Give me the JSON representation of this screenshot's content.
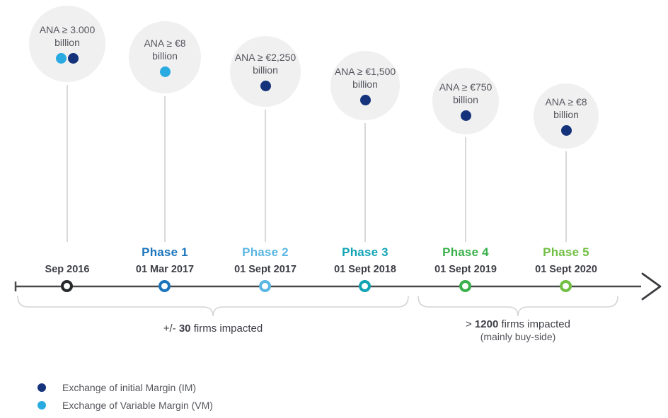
{
  "timeline": {
    "milestones": [
      {
        "phase_label": "",
        "date": "Sep 2016",
        "bubble_line1": "ANA ≥ 3.000",
        "bubble_line2": "billion",
        "dots": [
          "vm",
          "im"
        ],
        "node_color": "#26282c",
        "phase_color": ""
      },
      {
        "phase_label": "Phase 1",
        "date": "01 Mar 2017",
        "bubble_line1": "ANA ≥ €8",
        "bubble_line2": "billion",
        "dots": [
          "vm"
        ],
        "node_color": "#1b75bc",
        "phase_color": "#1b75bc"
      },
      {
        "phase_label": "Phase 2",
        "date": "01 Sept 2017",
        "bubble_line1": "ANA ≥ €2,250",
        "bubble_line2": "billion",
        "dots": [
          "im"
        ],
        "node_color": "#5ab6e3",
        "phase_color": "#5ab6e3"
      },
      {
        "phase_label": "Phase 3",
        "date": "01 Sept 2018",
        "bubble_line1": "ANA ≥ €1,500",
        "bubble_line2": "billion",
        "dots": [
          "im"
        ],
        "node_color": "#12a4b5",
        "phase_color": "#12a4b5"
      },
      {
        "phase_label": "Phase 4",
        "date": "01 Sept 2019",
        "bubble_line1": "ANA ≥ €750",
        "bubble_line2": "billion",
        "dots": [
          "im"
        ],
        "node_color": "#3ab04c",
        "phase_color": "#3ab04c"
      },
      {
        "phase_label": "Phase 5",
        "date": "01 Sept 2020",
        "bubble_line1": "ANA ≥ €8",
        "bubble_line2": "billion",
        "dots": [
          "im"
        ],
        "node_color": "#71bf44",
        "phase_color": "#71bf44"
      }
    ]
  },
  "groups": [
    {
      "prefix": "+/- ",
      "count": "30",
      "suffix": " firms impacted",
      "note": ""
    },
    {
      "prefix": "> ",
      "count": "1200",
      "suffix": " firms impacted",
      "note": "(mainly buy-side)"
    }
  ],
  "legend": [
    {
      "key": "im",
      "label": "Exchange of initial Margin (IM)",
      "color": "#15337b"
    },
    {
      "key": "vm",
      "label": "Exchange of Variable Margin (VM)",
      "color": "#29abe2"
    }
  ],
  "palette": {
    "bubble_background": "#f0f0f1",
    "bubble_text": "#55565c",
    "axis": "#48494b",
    "connector": "#d9d9da",
    "brace": "#d4d4d4",
    "date_text": "#3d3e46",
    "im_navy": "#15337b",
    "vm_light_blue": "#29abe2",
    "phase1_blue": "#1b75bc",
    "phase2_light_blue": "#5ab6e3",
    "phase3_teal": "#12a4b5",
    "phase4_green": "#3ab04c",
    "phase5_light_green": "#71bf44"
  }
}
